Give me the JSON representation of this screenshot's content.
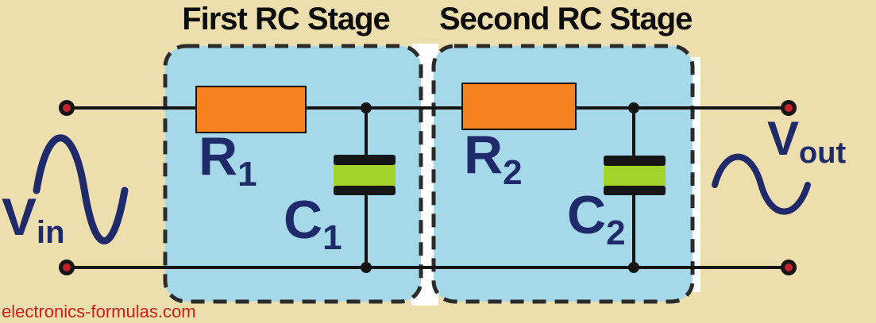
{
  "colors": {
    "bg": "#EDDEAD",
    "stage": "#A5D9EA",
    "dash": "#2B2B2B",
    "wire": "#151515",
    "resistor": "#F5821F",
    "cap": "#A3D229",
    "navy": "#1F2A6B",
    "terminal": "#C2242C",
    "gap": "#FFFFFF",
    "watermark": "#C9201D"
  },
  "stages": [
    {
      "title": "First RC Stage",
      "resistor": {
        "letter": "R",
        "sub": "1"
      },
      "capacitor": {
        "letter": "C",
        "sub": "1"
      }
    },
    {
      "title": "Second RC Stage",
      "resistor": {
        "letter": "R",
        "sub": "2"
      },
      "capacitor": {
        "letter": "C",
        "sub": "2"
      }
    }
  ],
  "input_signal": {
    "letter": "V",
    "sub": "in"
  },
  "output_signal": {
    "letter": "V",
    "sub": "out"
  },
  "watermark": "electronics-formulas.com"
}
